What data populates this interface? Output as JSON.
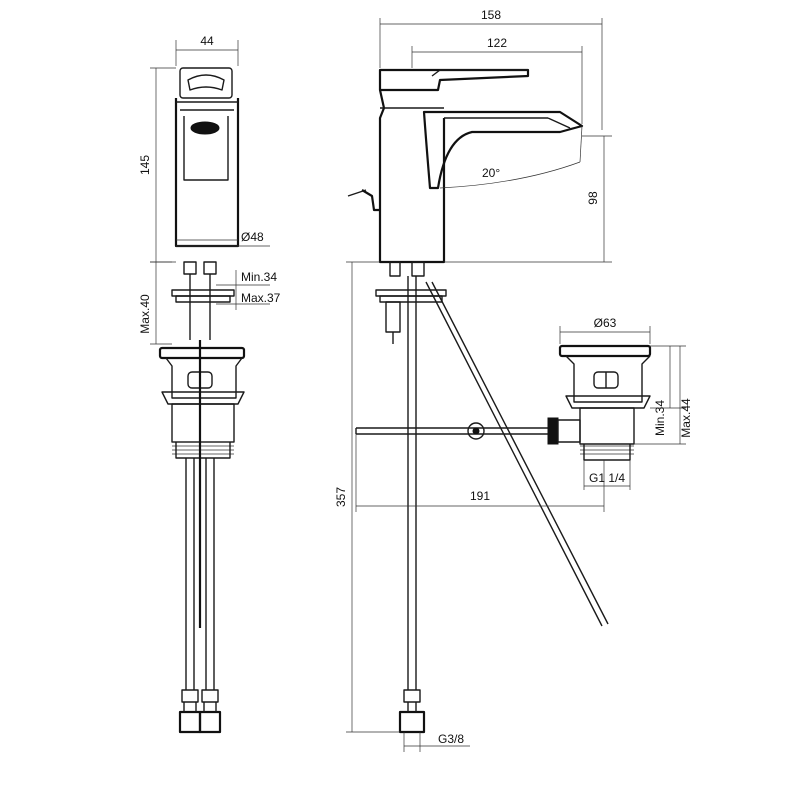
{
  "dimensions": {
    "body_width": "44",
    "body_height": "145",
    "base_diameter": "Ø48",
    "deck_min": "Min.34",
    "deck_max": "Max.37",
    "deck_total_max": "Max.40",
    "overall_length": "158",
    "spout_reach": "122",
    "spout_angle": "20°",
    "spout_height": "98",
    "overall_height": "357",
    "rod_length": "191",
    "waste_diameter": "Ø63",
    "waste_min": "Min.34",
    "waste_max": "Max.44",
    "waste_thread": "G1 1/4",
    "hose_thread": "G3/8"
  }
}
